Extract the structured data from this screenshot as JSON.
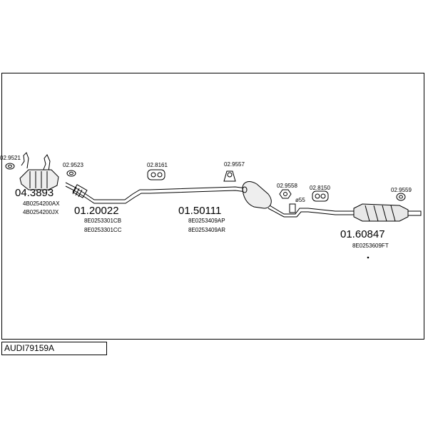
{
  "diagram_id": "AUDI79159A",
  "parts": [
    {
      "code": "04.3893",
      "oem": [
        "4B0254200AX",
        "4B0254200JX"
      ]
    },
    {
      "code": "01.20022",
      "oem": [
        "8E0253301CB",
        "8E0253301CC"
      ]
    },
    {
      "code": "01.50111",
      "oem": [
        "8E0253409AP",
        "8E0253409AR"
      ]
    },
    {
      "code": "01.60847",
      "oem": [
        "8E0253609FT"
      ]
    }
  ],
  "fittings": [
    "02.9521",
    "02.9523",
    "02.8161",
    "02.9557",
    "02.9558",
    "02.8150",
    "02.9559"
  ],
  "clamp_label": "ø55"
}
